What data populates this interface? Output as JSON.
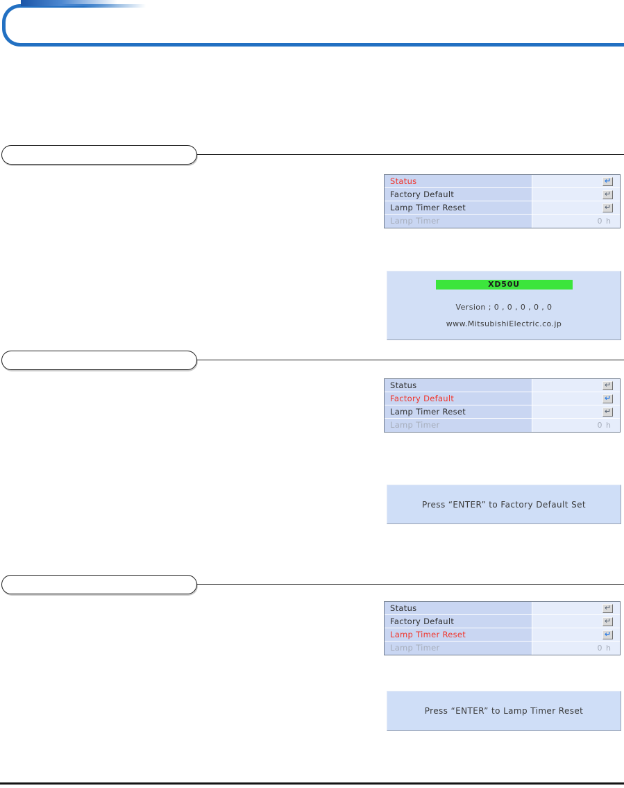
{
  "icons": {
    "enter": "↵"
  },
  "colors": {
    "header_accent": "#2270c2",
    "menu_label_bg": "#c9d6f2",
    "menu_value_bg": "#e6edfb",
    "selected_red": "#f1342a",
    "disabled_gray": "#a6adbb",
    "model_bar_green": "#3ce53c",
    "panel_blue": "#d2dff6"
  },
  "sections": [
    {
      "menu": {
        "rows": [
          {
            "label": "Status",
            "state": "selected"
          },
          {
            "label": "Factory Default",
            "state": "normal"
          },
          {
            "label": "Lamp Timer Reset",
            "state": "normal"
          },
          {
            "label": "Lamp Timer",
            "value": "0 h",
            "state": "disabled"
          }
        ]
      },
      "panel": {
        "model": "XD50U",
        "version": "Version ; 0 , 0 , 0 , 0 , 0",
        "url": "www.MitsubishiElectric.co.jp"
      }
    },
    {
      "menu": {
        "rows": [
          {
            "label": "Status",
            "state": "normal"
          },
          {
            "label": "Factory Default",
            "state": "selected"
          },
          {
            "label": "Lamp Timer Reset",
            "state": "normal"
          },
          {
            "label": "Lamp Timer",
            "value": "0 h",
            "state": "disabled"
          }
        ]
      },
      "panel": {
        "message": "Press “ENTER” to Factory Default Set"
      }
    },
    {
      "menu": {
        "rows": [
          {
            "label": "Status",
            "state": "normal"
          },
          {
            "label": "Factory Default",
            "state": "normal"
          },
          {
            "label": "Lamp Timer Reset",
            "state": "selected"
          },
          {
            "label": "Lamp Timer",
            "value": "0 h",
            "state": "disabled"
          }
        ]
      },
      "panel": {
        "message": "Press “ENTER” to Lamp Timer Reset"
      }
    }
  ]
}
